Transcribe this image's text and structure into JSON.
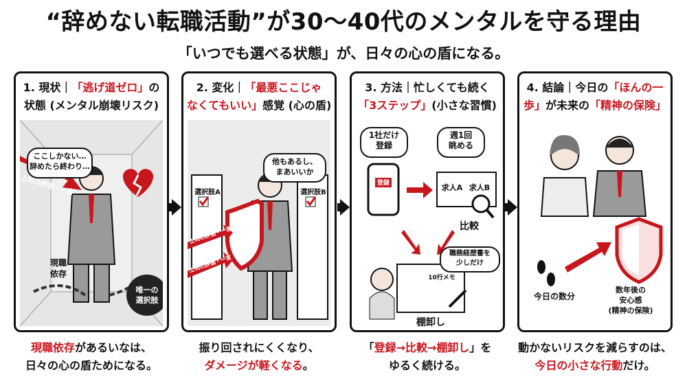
{
  "header": {
    "title": "“辞めない転職活動”が30〜40代のメンタルを守る理由",
    "subtitle": "「いつでも選べる状態」が、日々の心の盾になる。"
  },
  "panels": [
    {
      "heading_parts": [
        "1. 現状｜",
        "「逃げ道ゼロ」",
        "の",
        "状態 (メンタル崩壊リスク)"
      ],
      "bubble": "ここしかない…\n辞めたら終わり…",
      "arrow_label": "上司の評価・一言",
      "label_dependency": "現職\n依存",
      "label_weight": "唯一の\n選択肢",
      "footer_parts": [
        "現職依存",
        "があるいなは、",
        "日々の心の盾ためになる。"
      ]
    },
    {
      "heading_parts": [
        "2. 変化｜",
        "「最悪ここじゃ",
        "なくてもいい」",
        "感覚 (心の盾)"
      ],
      "bubble": "他もあるし、\nまあいいか",
      "door_a": "選択肢A",
      "door_b": "選択肢B",
      "arrow_label_1": "上司の評価・一言",
      "arrow_label_2": "上司の評価・一言",
      "footer_parts": [
        "振り回されにくくなり、",
        "ダメージが軽くなる",
        "。"
      ]
    },
    {
      "heading_parts": [
        "3. 方法｜忙しくても続く",
        "「3ステップ」",
        "(小さな習慣)"
      ],
      "bubble_1": "1社だけ\n登録",
      "bubble_2": "週1回\n眺める",
      "phone_label": "登録",
      "job_a": "求人A",
      "job_b": "求人B",
      "compare_label": "比較",
      "note_bubble": "職務経歴書を\n少しだけ",
      "memo_label": "10行メモ",
      "inventory_label": "棚卸し",
      "footer_parts": [
        "「",
        "登録→比較→棚卸し",
        "」を",
        "ゆるく続ける。"
      ]
    },
    {
      "heading_parts": [
        "4. 結論｜今日の",
        "「ほんの一",
        "歩」",
        "が未来の",
        "「精神の保険」"
      ],
      "minutes_label": "今日の数分",
      "future_label": "数年後の\n安心感\n(精神の保険)",
      "footer_parts": [
        "動かないリスクを減らすのは、",
        "今日の小さな行動",
        "だけ。"
      ]
    }
  ],
  "colors": {
    "accent": "#c8161d",
    "ink": "#111111",
    "suit": "#9a9a9a"
  }
}
